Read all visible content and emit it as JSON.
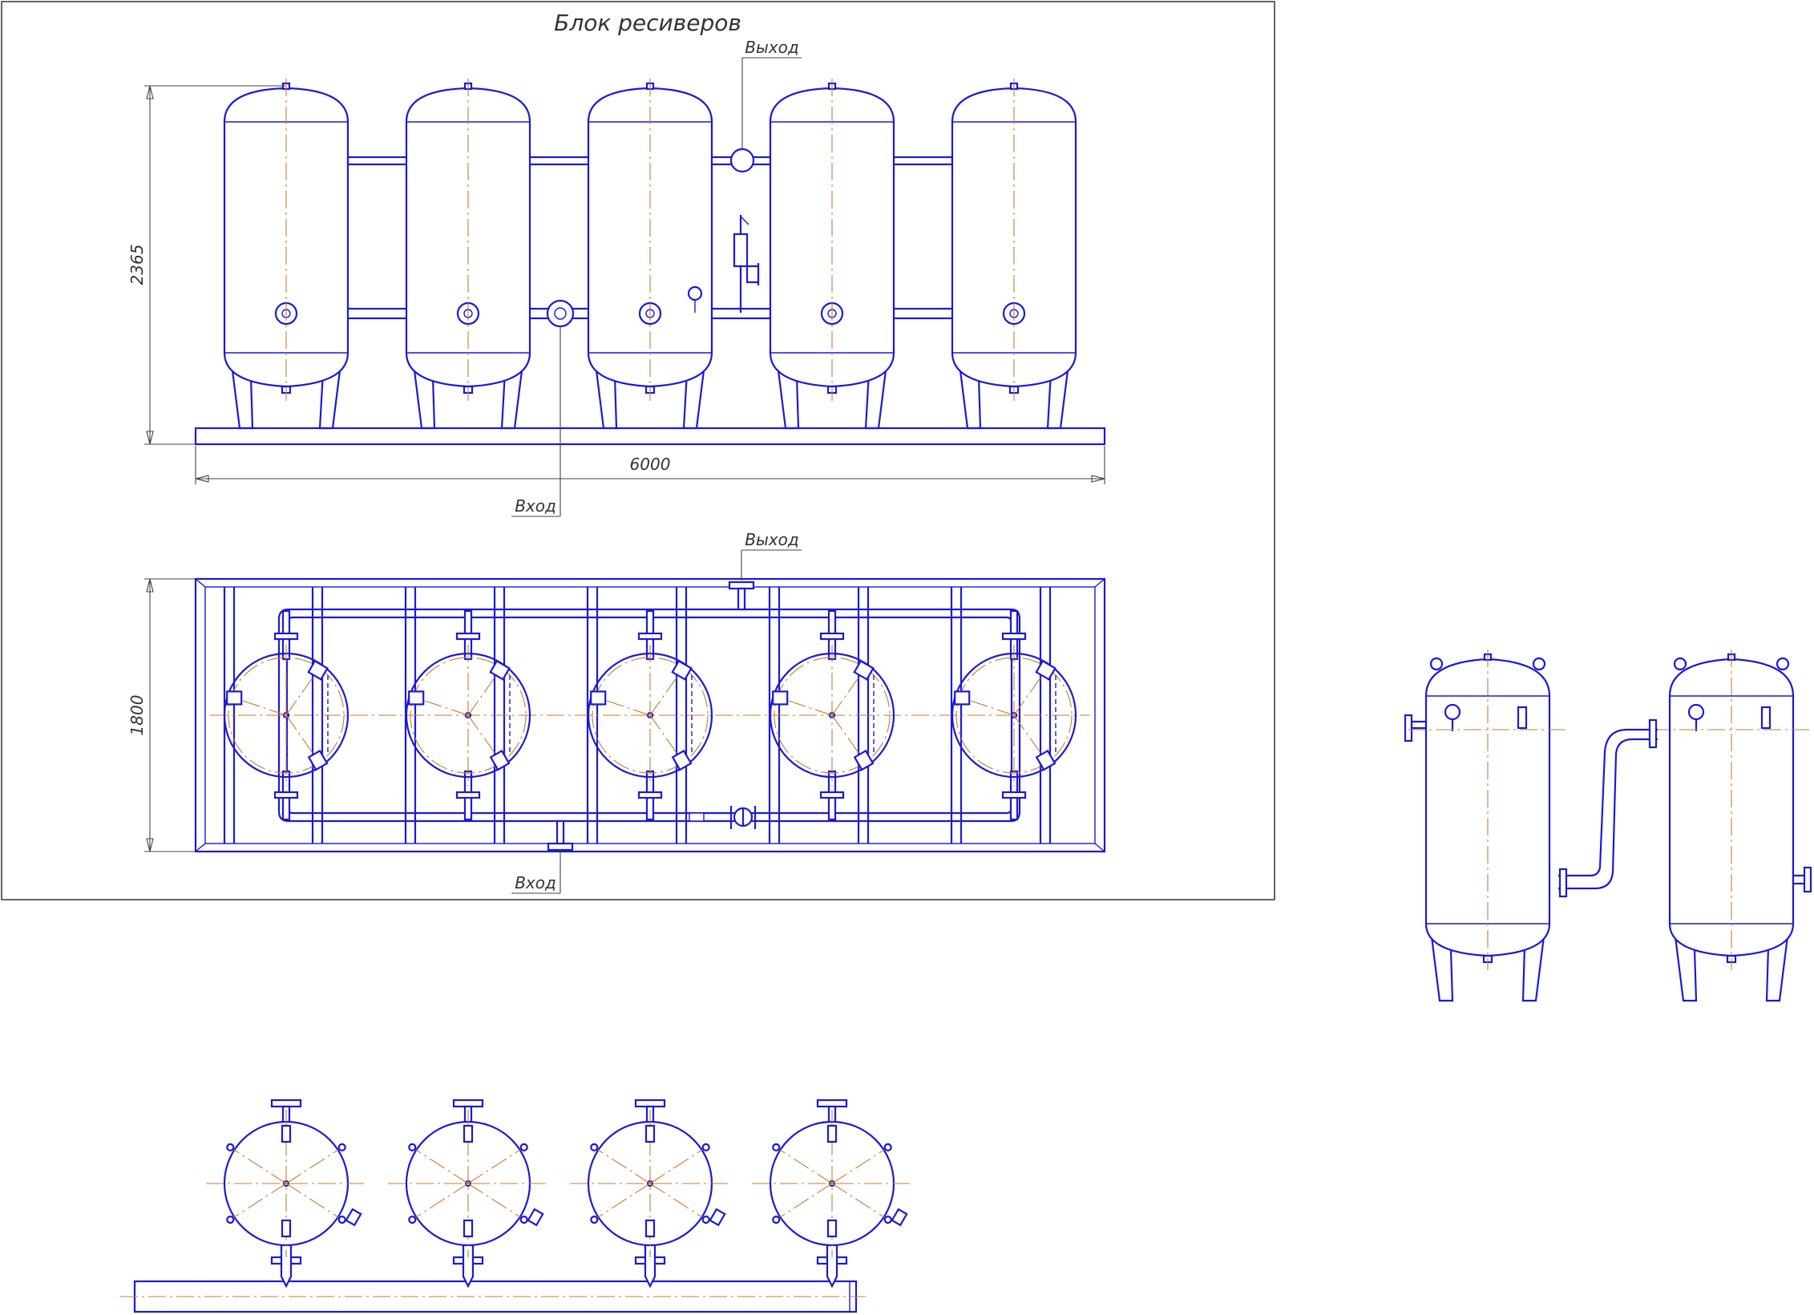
{
  "title": "Блок ресиверов",
  "labels": {
    "outlet_front": "Выход",
    "inlet_front": "Вход",
    "outlet_plan": "Выход",
    "inlet_plan": "Вход"
  },
  "dimensions": {
    "height": "2365",
    "length": "6000",
    "width": "1800"
  },
  "views": {
    "front_vessels": 5,
    "plan_vessels": 5,
    "side_vessels": 2,
    "bottom_vessels": 4
  },
  "colors": {
    "outline": "#1a1ad6",
    "centerline": "#d07a2a",
    "dimension": "#444444",
    "frame": "#333333"
  }
}
